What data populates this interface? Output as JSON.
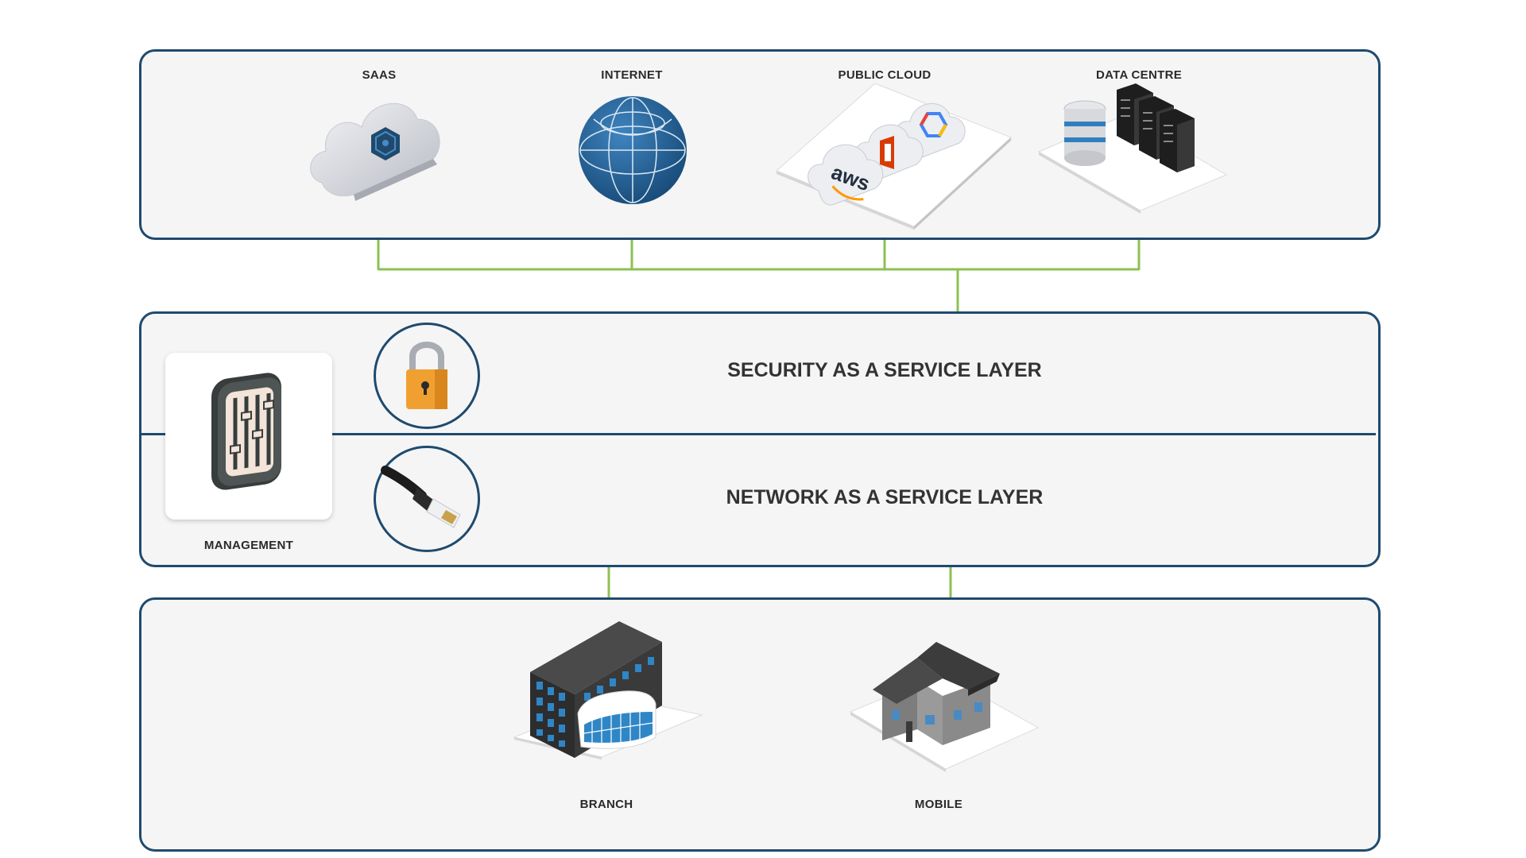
{
  "top_sources": {
    "saas": "SAAS",
    "internet": "INTERNET",
    "public_cloud": "PUBLIC CLOUD",
    "data_centre": "DATA CENTRE"
  },
  "layers": {
    "security": "SECURITY AS A SERVICE LAYER",
    "network": "NETWORK AS A SERVICE LAYER",
    "management": "MANAGEMENT"
  },
  "sites": {
    "branch": "BRANCH",
    "mobile": "MOBILE"
  },
  "colors": {
    "frame": "#1f4a6e",
    "connector": "#8cc152",
    "panel_bg": "#f5f5f5",
    "lock": "#f0a030"
  },
  "icons": [
    "cloud-icon",
    "globe-icon",
    "aws-logo",
    "office-logo",
    "gcp-logo",
    "database-icon",
    "server-rack-icon",
    "padlock-icon",
    "ethernet-cable-icon",
    "mixer-sliders-icon",
    "office-building-icon",
    "house-icon"
  ]
}
